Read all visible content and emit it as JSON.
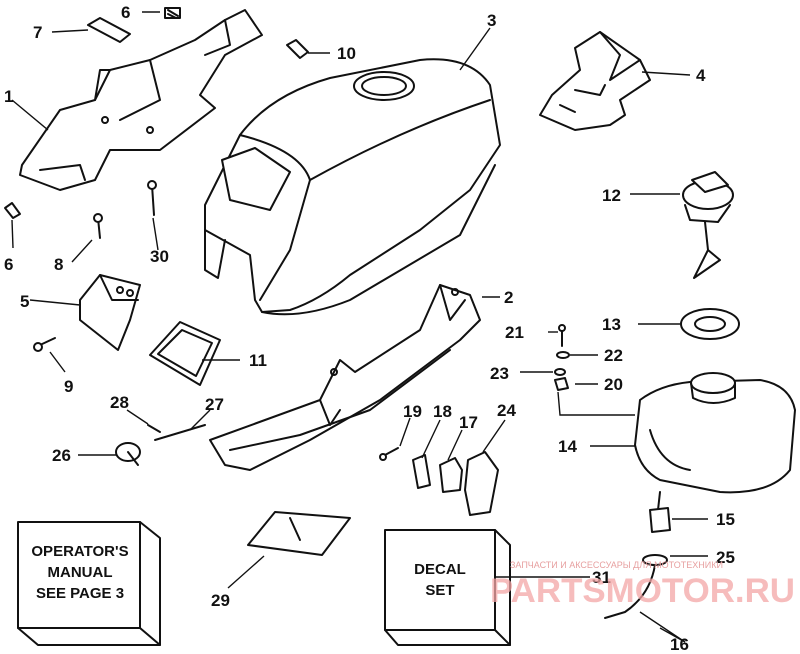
{
  "callouts": {
    "n1": "1",
    "n2": "2",
    "n3": "3",
    "n4": "4",
    "n5": "5",
    "n6a": "6",
    "n6b": "6",
    "n7": "7",
    "n8": "8",
    "n9": "9",
    "n10": "10",
    "n11": "11",
    "n12": "12",
    "n13": "13",
    "n14": "14",
    "n15": "15",
    "n16": "16",
    "n17": "17",
    "n18": "18",
    "n19": "19",
    "n20": "20",
    "n21": "21",
    "n22": "22",
    "n23": "23",
    "n24": "24",
    "n25": "25",
    "n26": "26",
    "n27": "27",
    "n28": "28",
    "n29": "29",
    "n30": "30",
    "n31": "31"
  },
  "operator_box": {
    "line1": "OPERATOR'S",
    "line2": "MANUAL",
    "line3": "SEE PAGE 3"
  },
  "decal_box": {
    "line1": "DECAL",
    "line2": "SET"
  },
  "watermark": {
    "tagline": "ЗАПЧАСТИ И АКСЕССУАРЫ ДЛЯ МОТОТЕХНИКИ",
    "brand": "PARTSMOTOR.RU"
  }
}
